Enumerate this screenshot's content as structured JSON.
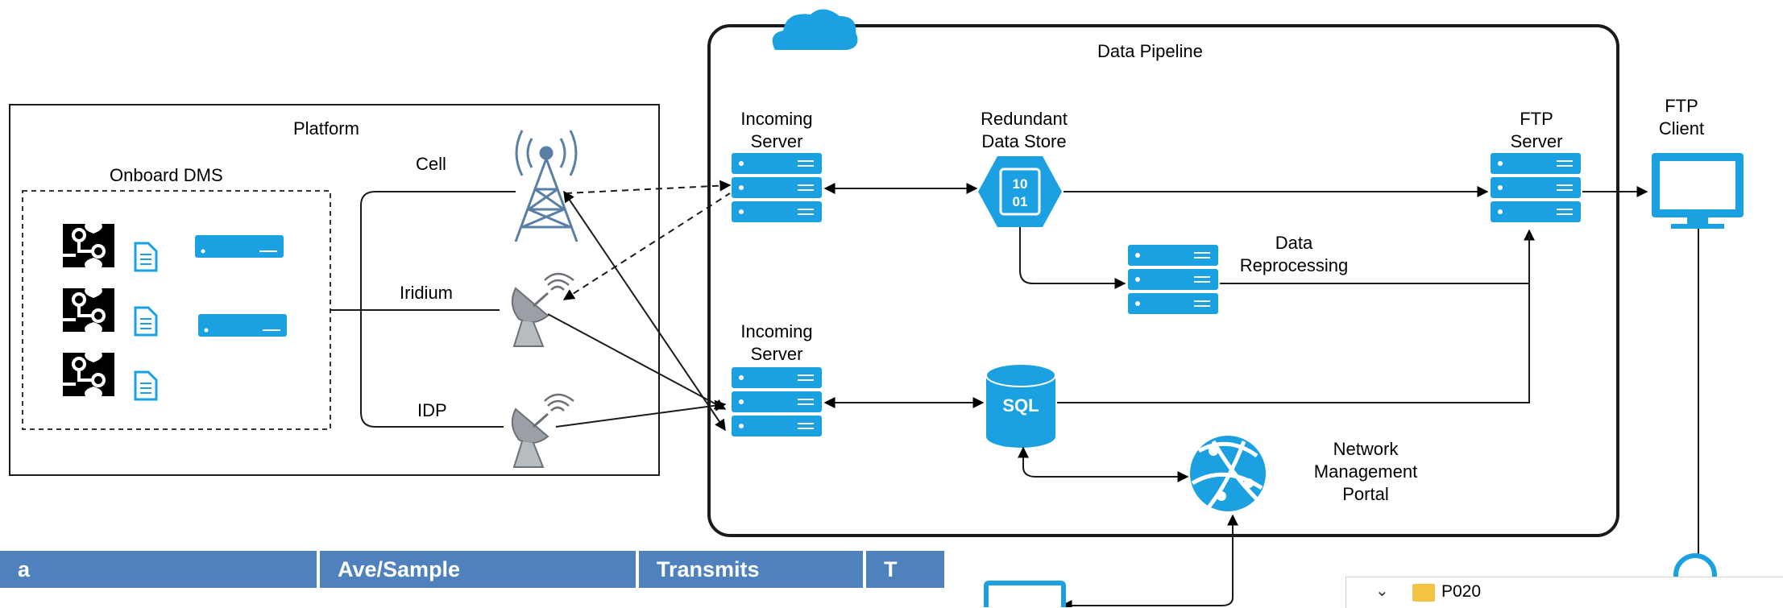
{
  "diagram": {
    "pipeline_title": "Data Pipeline",
    "platform_title": "Platform",
    "onboard_title": "Onboard DMS",
    "links": {
      "cell": "Cell",
      "iridium": "Iridium",
      "idp": "IDP"
    },
    "nodes": {
      "incoming_server_top": "Incoming\nServer",
      "incoming_server_bottom": "Incoming\nServer",
      "redundant_store": "Redundant\nData Store",
      "data_reprocessing": "Data\nReprocessing",
      "ftp_server": "FTP\nServer",
      "ftp_client": "FTP\nClient",
      "network_portal": "Network\nManagement\nPortal",
      "sql_label": "SQL",
      "store_glyph": "10\n01"
    },
    "colors": {
      "accent": "#1ba1e2",
      "table_header": "#4f81bd",
      "folder": "#f5c342"
    }
  },
  "table": {
    "headers": [
      "a",
      "Ave/Sample",
      "Transmits",
      "T"
    ]
  },
  "tree": {
    "folder": "P020"
  }
}
